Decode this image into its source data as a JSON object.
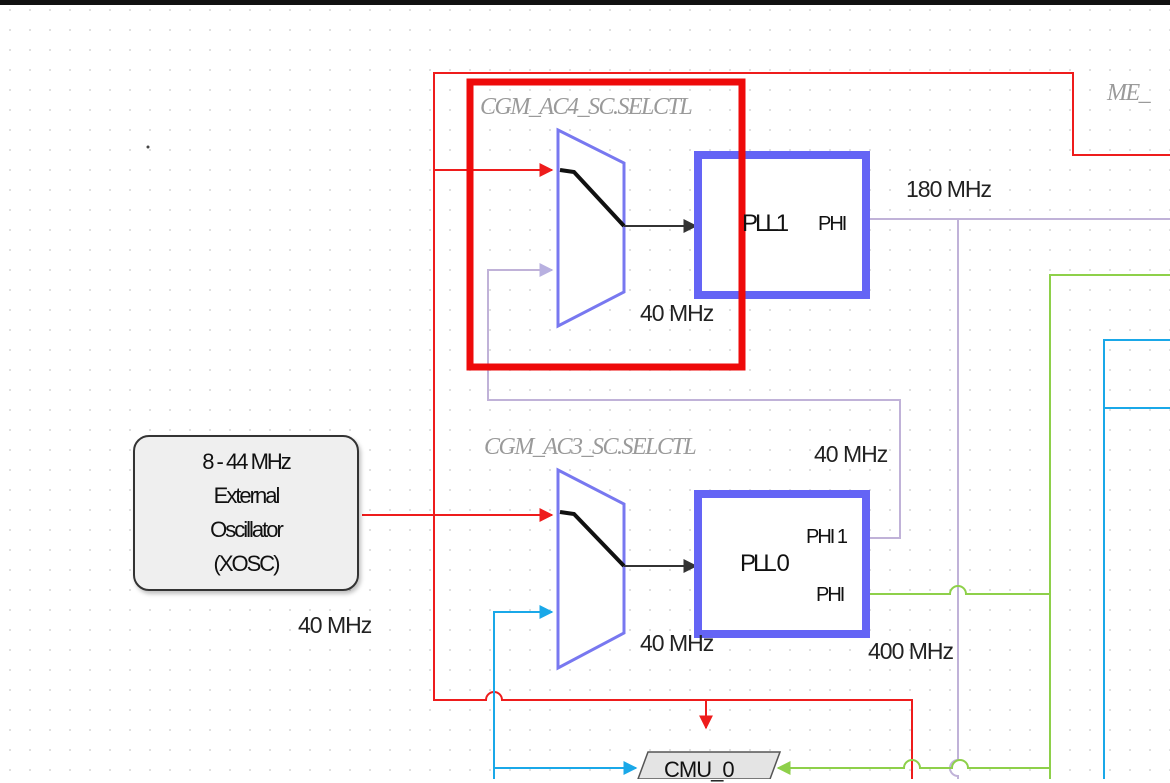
{
  "diagram": {
    "top_right_label": "ME_",
    "mux_pll1": {
      "label": "CGM_AC4_SC.SELCTL"
    },
    "mux_pll0": {
      "label": "CGM_AC3_SC.SELCTL"
    },
    "pll1": {
      "name": "PLL1",
      "out_port": "PHI"
    },
    "pll0": {
      "name": "PLL 0",
      "out_port_1": "PHI 1",
      "out_port_2": "PHI"
    },
    "xosc": {
      "line1": "8 - 44 MHz",
      "line2": "External",
      "line3": "Oscillator",
      "line4": "(XOSC)"
    },
    "cmu": {
      "name": "CMU_0"
    },
    "freq_labels": {
      "pll1_out": "180 MHz",
      "pll1_in": "40 MHz",
      "pll0_phi1": "40 MHz",
      "pll0_in": "40 MHz",
      "pll0_phi": "400 MHz",
      "xosc_out": "40 MHz"
    },
    "colors": {
      "xosc_signal": "#ee1c1c",
      "pll_block": "#6464f5",
      "mux_outline": "#7878f0",
      "pll1_out_line": "#c0b2d8",
      "pll0_phi_line": "#8ed04a",
      "blue_line": "#1aa8e8",
      "highlight_box": "#ee0a0a"
    }
  }
}
